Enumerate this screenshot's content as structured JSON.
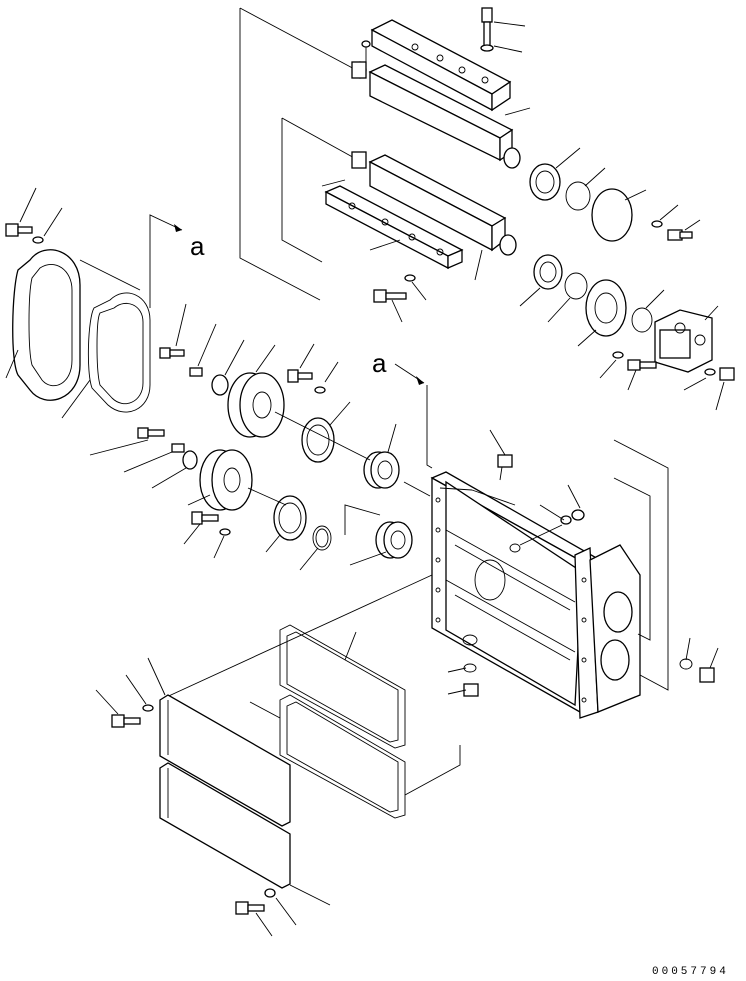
{
  "diagram": {
    "callout_a_top": "a",
    "callout_a_mid": "a",
    "drawing_number": "00057794"
  }
}
